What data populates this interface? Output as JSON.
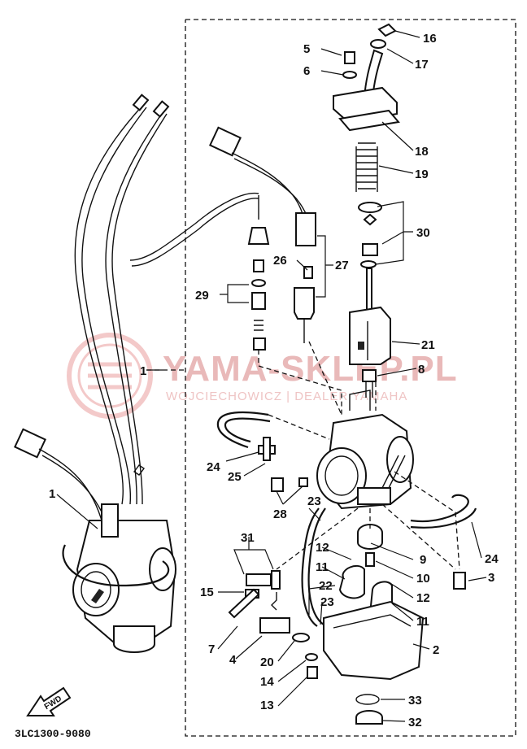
{
  "watermark": {
    "title": "YAMA-SKLEP.PL",
    "subtitle": "WOJCIECHOWICZ | DEALER YAMAHA"
  },
  "diagram_code": "3LC1300-9080",
  "fwd_label": "FWD",
  "callouts": {
    "c1a": "1",
    "c1b": "1",
    "c2": "2",
    "c3": "3",
    "c4": "4",
    "c5": "5",
    "c6": "6",
    "c7": "7",
    "c8": "8",
    "c9": "9",
    "c10": "10",
    "c11a": "11",
    "c11b": "11",
    "c12a": "12",
    "c12b": "12",
    "c13": "13",
    "c14": "14",
    "c15": "15",
    "c16": "16",
    "c17": "17",
    "c18": "18",
    "c19": "19",
    "c20": "20",
    "c21": "21",
    "c22": "22",
    "c23a": "23",
    "c23b": "23",
    "c24a": "24",
    "c24b": "24",
    "c25": "25",
    "c26": "26",
    "c27": "27",
    "c28": "28",
    "c29": "29",
    "c30": "30",
    "c31": "31",
    "c32": "32",
    "c33": "33"
  }
}
